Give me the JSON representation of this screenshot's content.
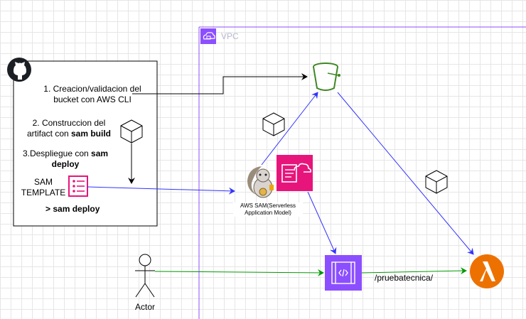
{
  "vpc": {
    "label": "VPC",
    "color": "#8c4fff"
  },
  "steps": {
    "step1_line1": "1. Creacion/validacion del",
    "step1_line2": "bucket con AWS CLI",
    "step2_line1": "2. Construccion del",
    "step2_line2_prefix": "artifact con ",
    "step2_line2_bold": "sam build",
    "step3_line1_prefix": "3.Despliegue con ",
    "step3_line1_bold": "sam",
    "step3_line2_bold": "deploy"
  },
  "template": {
    "line1": "SAM",
    "line2": "TEMPLATE",
    "color": "#e7157b"
  },
  "deploy_cmd": "> sam deploy",
  "sam": {
    "line1": "AWS SAM(Serverless",
    "line2": "Application Model)",
    "tile_color": "#e7157b"
  },
  "actor": {
    "label": "Actor"
  },
  "route": {
    "label": "/pruebatecnica/"
  },
  "colors": {
    "s3": "#3f8624",
    "api_gateway": "#8c4fff",
    "lambda": "#ed7100",
    "arrow_blue": "#3333ff",
    "arrow_green": "#009900"
  },
  "icons": [
    "github-icon",
    "s3-bucket-icon",
    "package-cube-icon",
    "list-icon",
    "sam-squirrel-icon",
    "cloud-template-icon",
    "api-gateway-icon",
    "lambda-icon",
    "actor-icon"
  ]
}
